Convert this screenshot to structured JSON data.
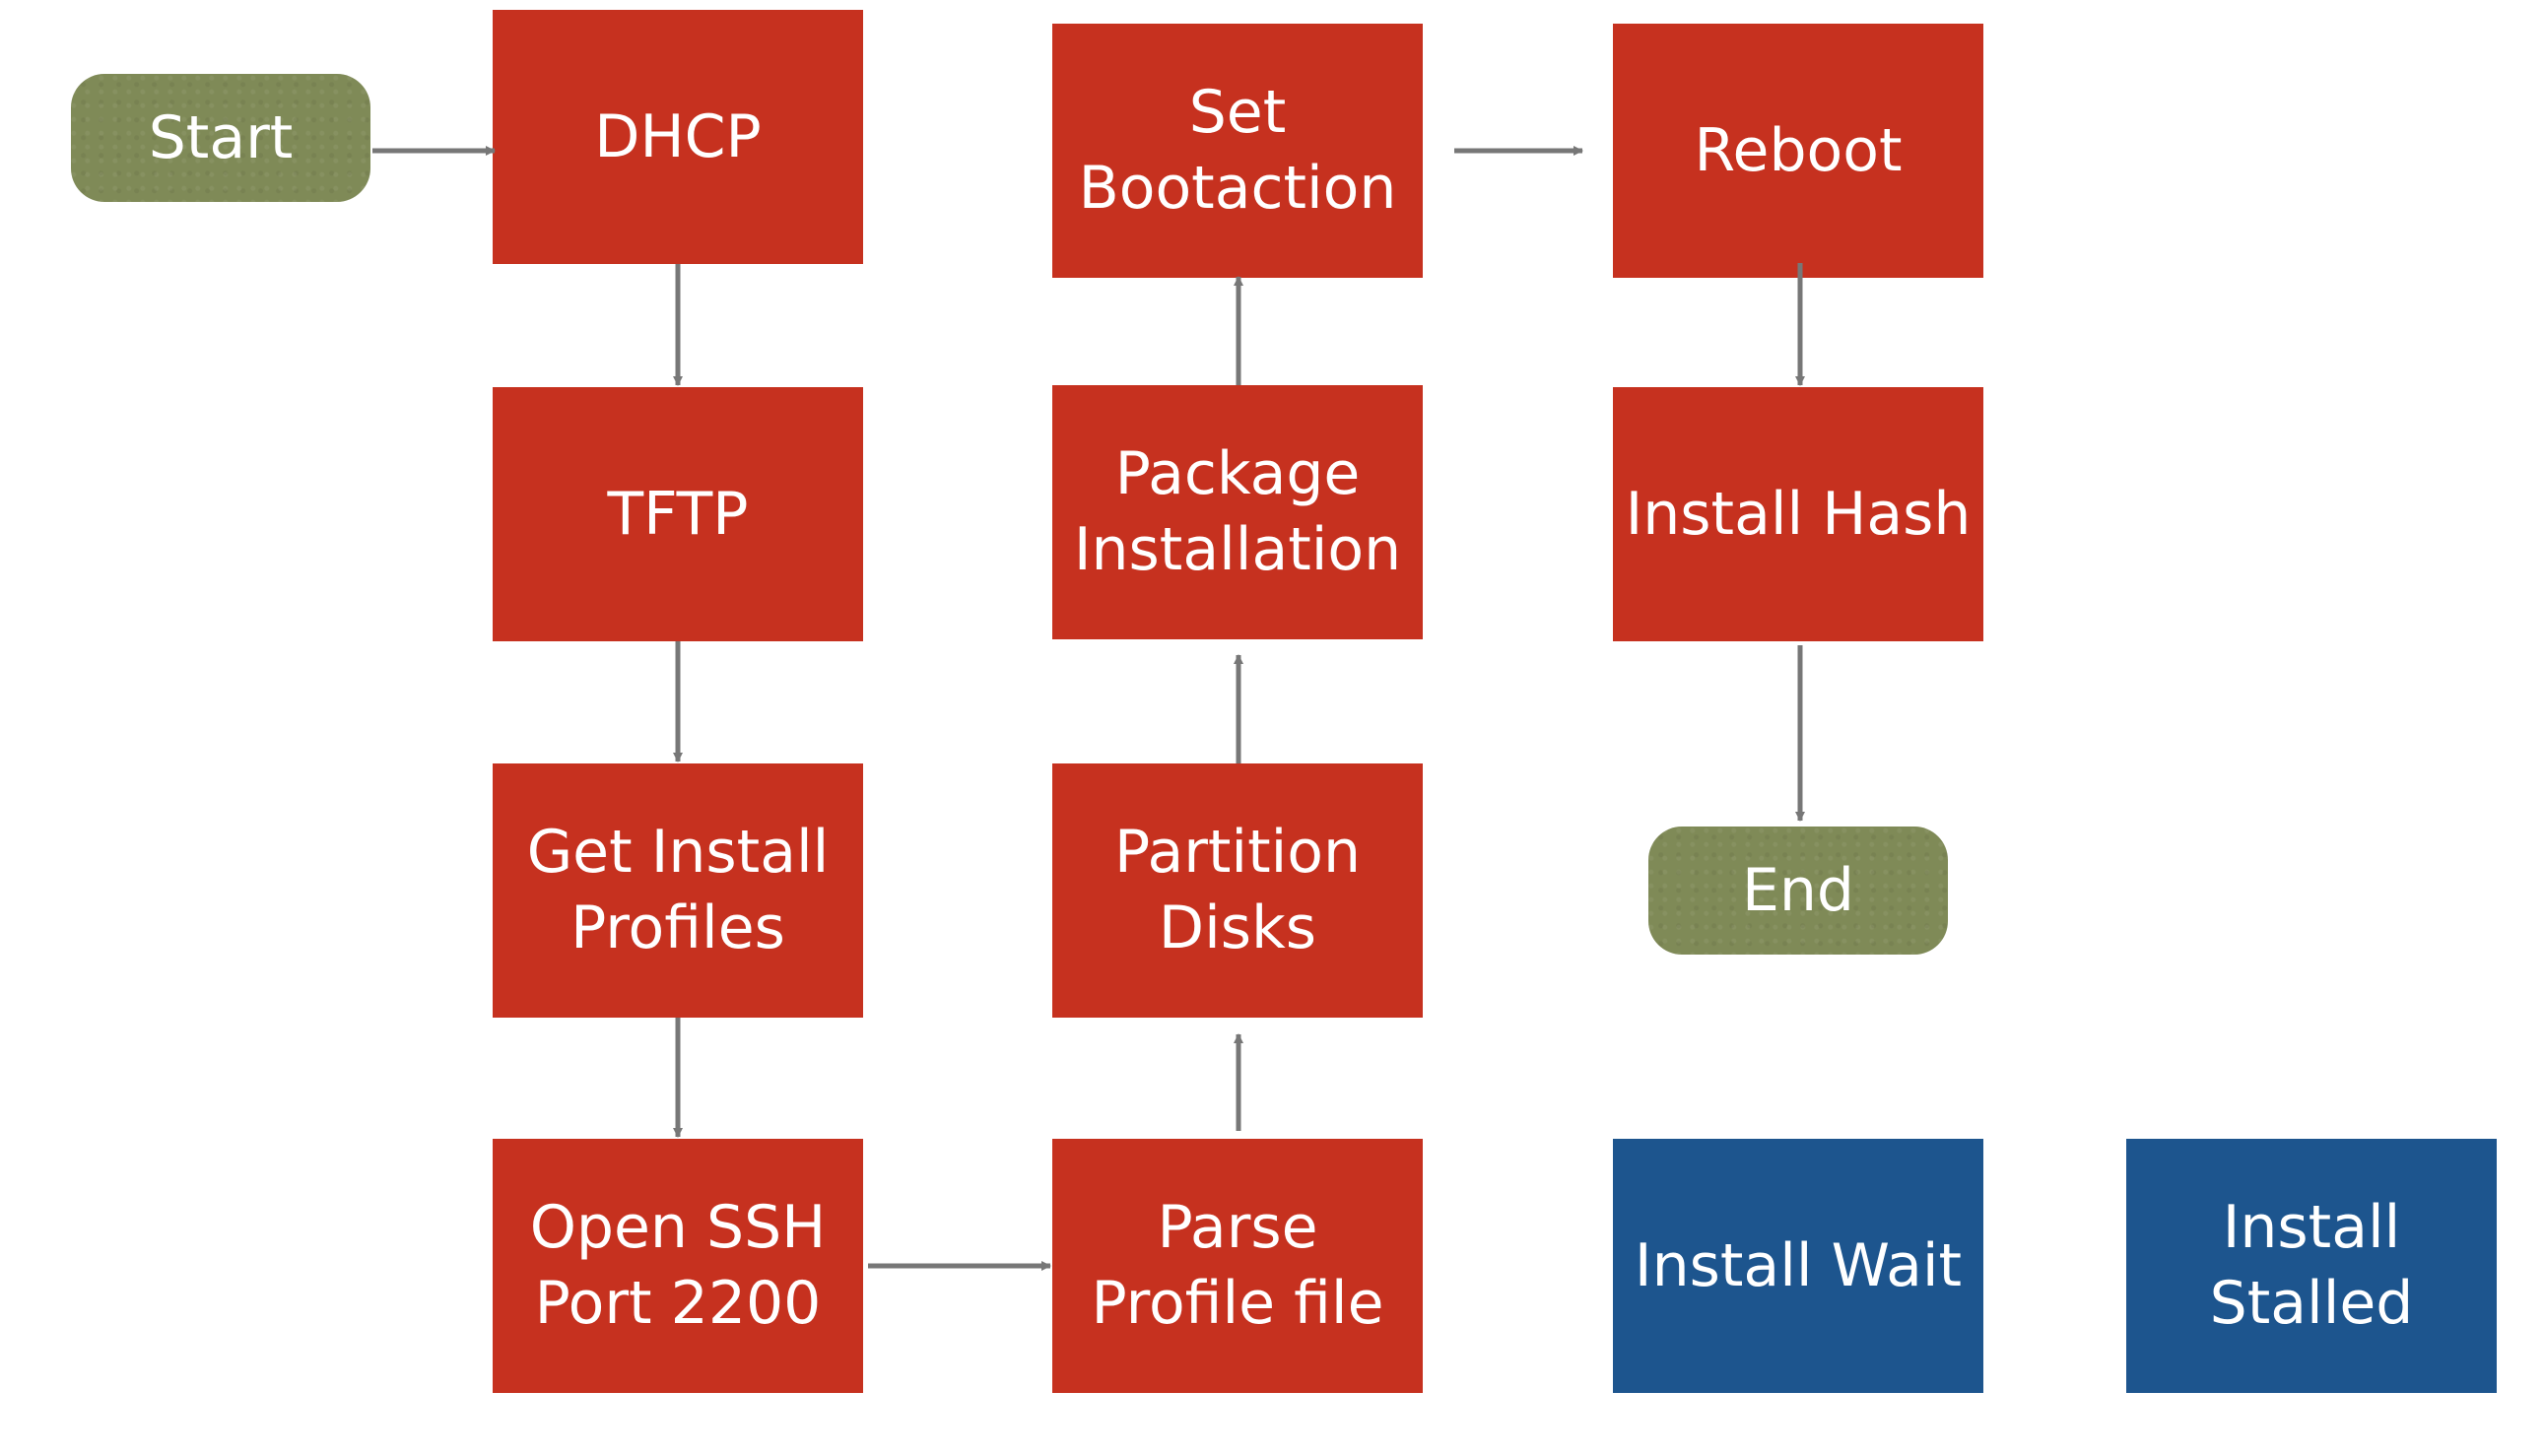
{
  "diagram": {
    "colors": {
      "step": "#c6311f",
      "terminal": "#7f8a57",
      "status": "#1d558e",
      "arrow": "#777777",
      "text": "#ffffff"
    },
    "nodes": {
      "start": "Start",
      "dhcp": "DHCP",
      "tftp": "TFTP",
      "get_install_profiles": "Get Install\nProfiles",
      "open_ssh": "Open SSH\nPort 2200",
      "parse_profile": "Parse\nProfile file",
      "partition_disks": "Partition\nDisks",
      "package_installation": "Package\nInstallation",
      "set_bootaction": "Set\nBootaction",
      "reboot": "Reboot",
      "install_hash": "Install Hash",
      "end": "End",
      "install_wait": "Install Wait",
      "install_stalled": "Install\nStalled"
    },
    "edges": [
      {
        "from": "start",
        "to": "dhcp"
      },
      {
        "from": "dhcp",
        "to": "tftp"
      },
      {
        "from": "tftp",
        "to": "get_install_profiles"
      },
      {
        "from": "get_install_profiles",
        "to": "open_ssh"
      },
      {
        "from": "open_ssh",
        "to": "parse_profile"
      },
      {
        "from": "parse_profile",
        "to": "partition_disks"
      },
      {
        "from": "partition_disks",
        "to": "package_installation"
      },
      {
        "from": "package_installation",
        "to": "set_bootaction"
      },
      {
        "from": "set_bootaction",
        "to": "reboot"
      },
      {
        "from": "reboot",
        "to": "install_hash"
      },
      {
        "from": "install_hash",
        "to": "end"
      }
    ]
  }
}
